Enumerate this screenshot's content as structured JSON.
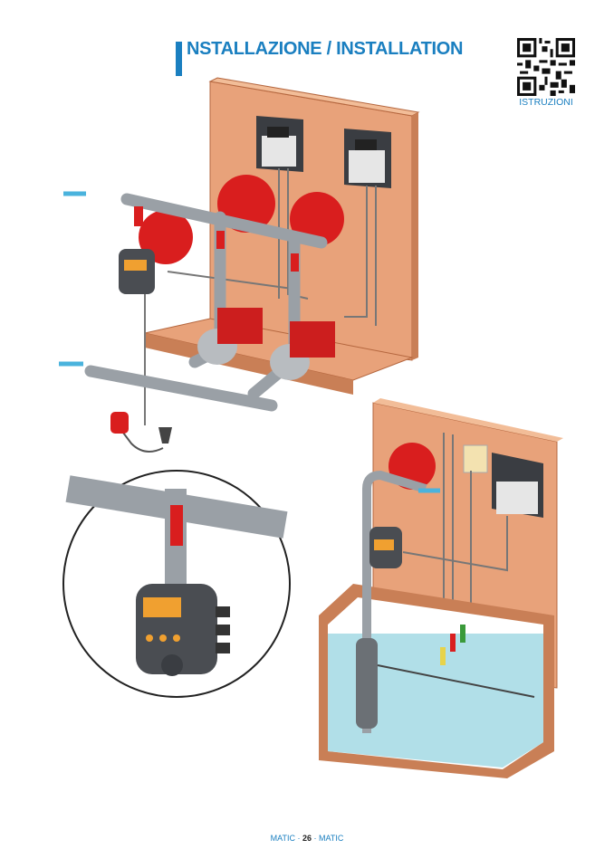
{
  "header": {
    "title": "NSTALLAZIONE / INSTALLATION"
  },
  "qr": {
    "label": "ISTRUZIONI"
  },
  "footer": {
    "left": "MATIC",
    "sep1": " · ",
    "page": "26",
    "sep2": " · ",
    "right": "MATIC"
  },
  "colors": {
    "accent": "#1a7fc0",
    "wall": "#e8a27a",
    "tank": "#e02020",
    "water": "#a8dbe6"
  }
}
